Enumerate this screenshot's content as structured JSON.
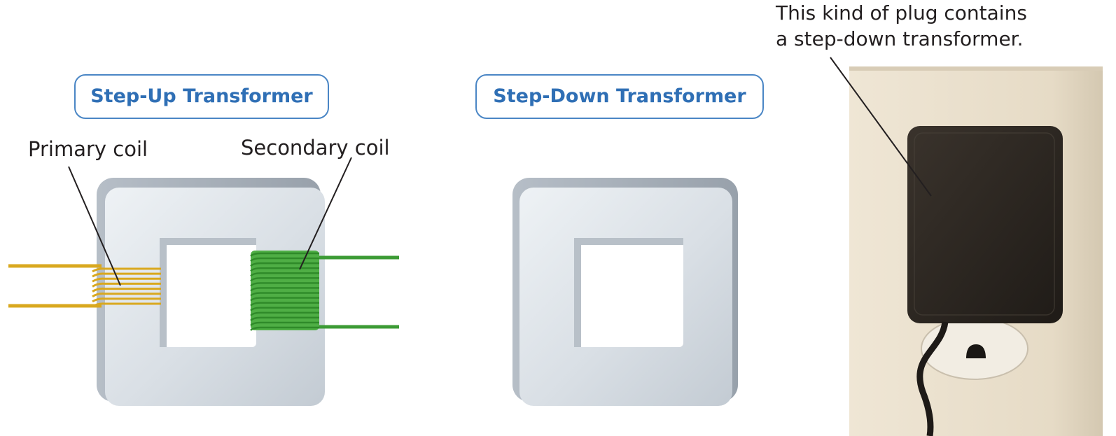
{
  "diagrams": {
    "step_up": {
      "title": "Step-Up Transformer",
      "primary_label": "Primary coil",
      "secondary_label": "Secondary coil",
      "primary_turns": 8,
      "secondary_turns": 16
    },
    "step_down": {
      "title": "Step-Down Transformer"
    }
  },
  "photo": {
    "caption_line1": "This kind of plug contains",
    "caption_line2": "a step-down transformer."
  },
  "colors": {
    "title_border": "#4a86c5",
    "title_text": "#2f6fb5",
    "core_light": "#e4e9ee",
    "core_dark": "#9aa3ad",
    "primary_coil": "#e2b42a",
    "secondary_coil": "#46a83e",
    "wall_plate": "#ece2cf",
    "adapter": "#2b2621"
  }
}
